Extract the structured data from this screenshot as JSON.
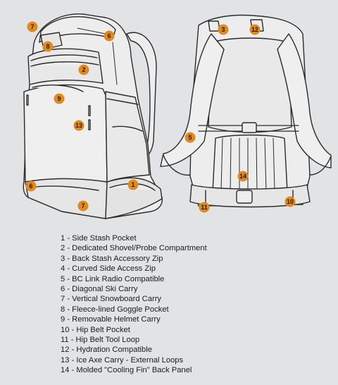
{
  "markers": {
    "front": [
      "7",
      "6",
      "8",
      "2",
      "9",
      "13",
      "6",
      "1",
      "7"
    ],
    "back": [
      "3",
      "12",
      "5",
      "14",
      "11",
      "10"
    ]
  },
  "legend": [
    "1 - Side Stash Pocket",
    "2 - Dedicated Shovel/Probe Compartment",
    "3 - Back Stash Accessory Zip",
    "4 - Curved Side Access Zip",
    "5 - BC Link Radio Compatible",
    "6 - Diagonal Ski Carry",
    "7 - Vertical Snowboard Carry",
    "8 - Fleece-lined Goggle Pocket",
    "9 - Removable Helmet Carry",
    "10 - Hip Belt Pocket",
    "11 - Hip Belt Tool Loop",
    "12 - Hydration Compatible",
    "13 - Ice Axe Carry - External Loops",
    "14 - Molded \"Cooling Fin\" Back Panel"
  ],
  "colors": {
    "background": "#e2e3e5",
    "marker": "#e08a1e",
    "line": "#2b2b2b",
    "pack_fill": "#ededee"
  }
}
